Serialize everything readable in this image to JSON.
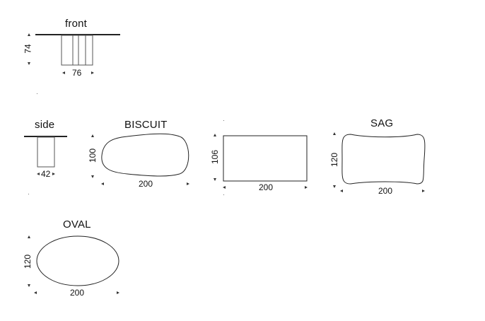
{
  "front": {
    "title": "front",
    "height_label": "74",
    "width_label": "76"
  },
  "side": {
    "title": "side",
    "width_label": "42"
  },
  "biscuit": {
    "title": "BISCUIT",
    "height_label": "100",
    "width_label": "200"
  },
  "rect": {
    "title": "",
    "height_label": "106",
    "width_label": "200"
  },
  "sag": {
    "title": "SAG",
    "height_label": "120",
    "width_label": "200"
  },
  "oval": {
    "title": "OVAL",
    "height_label": "120",
    "width_label": "200"
  },
  "colors": {
    "line": "#222222",
    "arrow": "#333333",
    "frame": "#555555"
  }
}
